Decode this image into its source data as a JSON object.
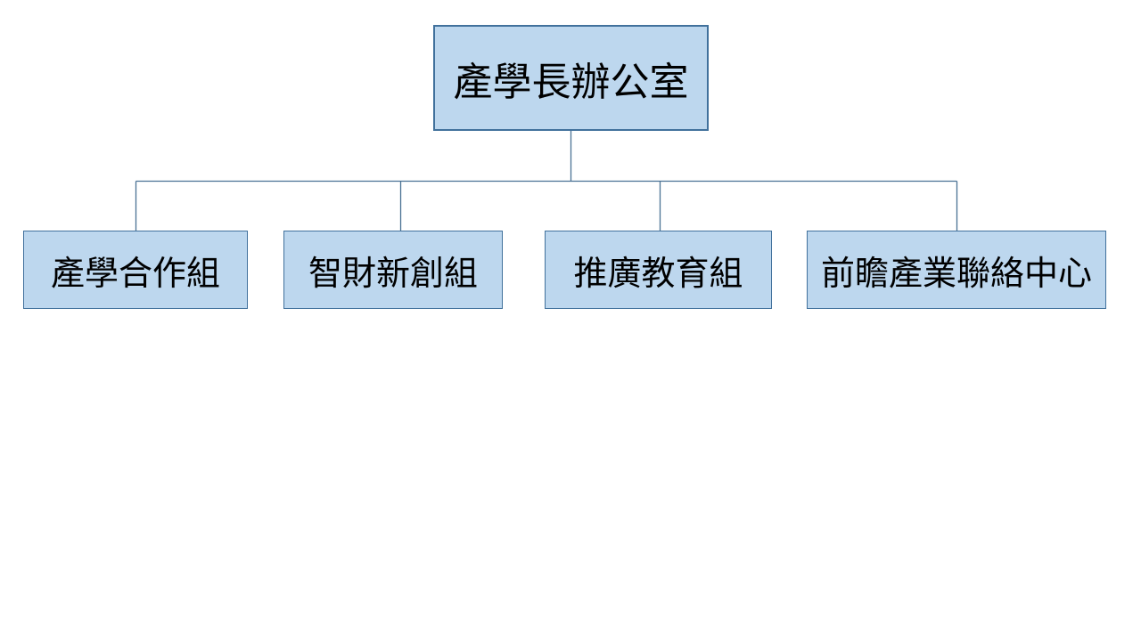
{
  "colors": {
    "background": "#FFFFFF",
    "box-fill": "#BDD7EE",
    "box-border": "#41719C",
    "connector": "#4A7294",
    "text": "#000000"
  },
  "org": {
    "root": {
      "label": "產學長辦公室"
    },
    "children": [
      {
        "label": "產學合作組"
      },
      {
        "label": "智財新創組"
      },
      {
        "label": "推廣教育組"
      },
      {
        "label": "前瞻產業聯絡中心"
      }
    ]
  }
}
